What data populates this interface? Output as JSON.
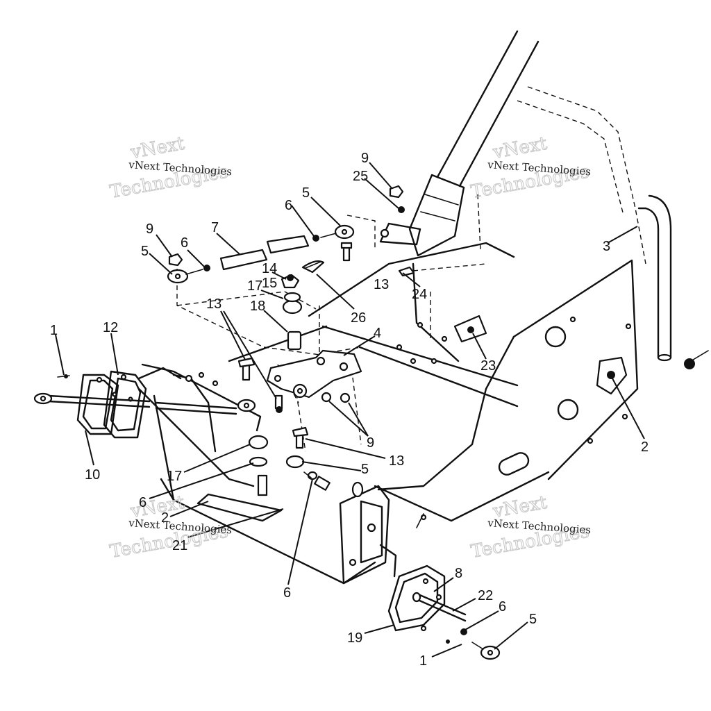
{
  "watermarks": [
    {
      "small": "vNext Technologies",
      "big1": "vNext",
      "big2": "Technologies"
    },
    {
      "small": "vNext Technologies",
      "big1": "vNext",
      "big2": "Technologies"
    },
    {
      "small": "vNext Technologies",
      "big1": "vNext",
      "big2": "Technologies"
    },
    {
      "small": "vNext Technologies",
      "big1": "vNext",
      "big2": "Technologies"
    }
  ],
  "callouts": [
    "1",
    "12",
    "10",
    "9",
    "5",
    "6",
    "7",
    "6",
    "5",
    "9",
    "25",
    "14",
    "15",
    "17",
    "18",
    "13",
    "13",
    "26",
    "24",
    "3",
    "4",
    "23",
    "2",
    "9",
    "13",
    "17",
    "6",
    "2",
    "21",
    "5",
    "6",
    "8",
    "22",
    "6",
    "5",
    "19",
    "1"
  ]
}
